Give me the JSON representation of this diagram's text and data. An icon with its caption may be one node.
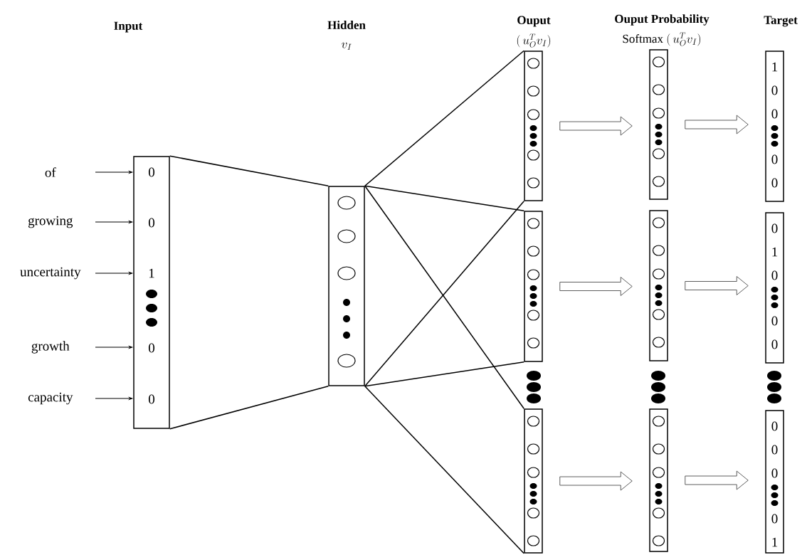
{
  "diagram": {
    "nodes": [
      {
        "text": [
          "of"
        ]
      },
      {
        "text": [
          "growing"
        ]
      },
      {
        "text": [
          "uncertainty"
        ]
      },
      {
        "text": [
          "growth"
        ]
      },
      {
        "text": [
          "capacity"
        ]
      },
      {
        "text": [
          "0",
          "0",
          "1",
          "0",
          "0"
        ]
      },
      {
        "text": [],
        "shape": "box"
      },
      {
        "text": [],
        "shape": "box"
      },
      {
        "text": [],
        "shape": "box"
      },
      {
        "text": [],
        "shape": "box"
      },
      {
        "text": [],
        "shape": "box"
      },
      {
        "text": [],
        "shape": "box"
      },
      {
        "text": [],
        "shape": "box"
      },
      {
        "text": [
          "1",
          "0",
          "0",
          "0",
          "0"
        ]
      },
      {
        "text": [
          "0",
          "1",
          "0",
          "0",
          "0"
        ]
      },
      {
        "text": [
          "0",
          "0",
          "0",
          "0",
          "1"
        ]
      }
    ],
    "edges": [
      {
        "from": 0,
        "to": 5,
        "arrow": "to"
      },
      {
        "from": 1,
        "to": 5,
        "arrow": "to"
      },
      {
        "from": 2,
        "to": 5,
        "arrow": "to"
      },
      {
        "from": 3,
        "to": 5,
        "arrow": "to"
      },
      {
        "from": 4,
        "to": 5,
        "arrow": "to"
      },
      {
        "from": 5,
        "to": 6,
        "arrow": "none"
      },
      {
        "from": 5,
        "to": 6,
        "arrow": "none"
      },
      {
        "from": 6,
        "to": 7,
        "arrow": "none"
      },
      {
        "from": 6,
        "to": 8,
        "arrow": "none"
      },
      {
        "from": 6,
        "to": 9,
        "arrow": "none"
      },
      {
        "from": 6,
        "to": 7,
        "arrow": "none"
      },
      {
        "from": 6,
        "to": 8,
        "arrow": "none"
      },
      {
        "from": 6,
        "to": 9,
        "arrow": "none"
      },
      {
        "from": 7,
        "to": 10,
        "arrow": "to"
      },
      {
        "from": 8,
        "to": 11,
        "arrow": "to"
      },
      {
        "from": 9,
        "to": 12,
        "arrow": "to"
      },
      {
        "from": 10,
        "to": 13,
        "arrow": "to"
      },
      {
        "from": 11,
        "to": 14,
        "arrow": "to"
      },
      {
        "from": 12,
        "to": 15,
        "arrow": "to"
      }
    ],
    "labels": [
      "Input",
      "Hidden",
      "v_I",
      "Ouput",
      "(\\, u_O^T v_I)",
      "Ouput Probability",
      "\\mathrm{Softmax}\\ (\\, u_O^T v_I)",
      "Target"
    ]
  }
}
